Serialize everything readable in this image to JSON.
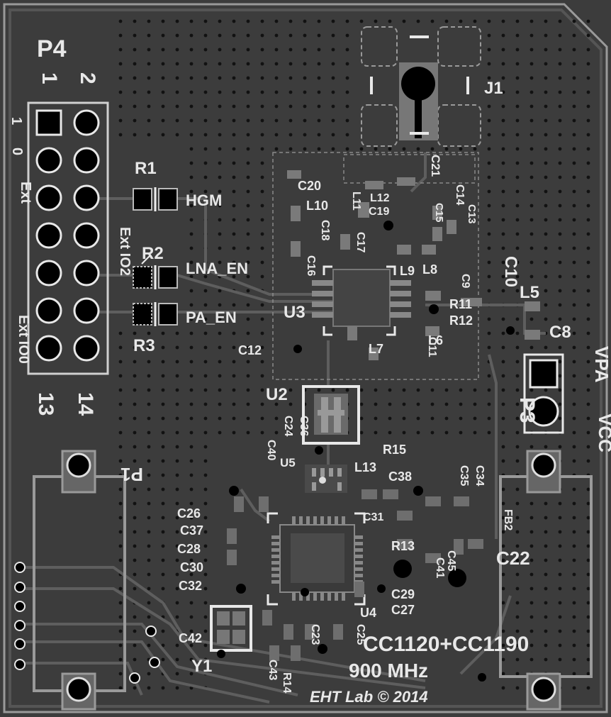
{
  "board": {
    "title": "CC1120+CC1190",
    "frequency": "900 MHz",
    "credit": "EHT Lab © 2014"
  },
  "colors": {
    "substrate": "#3c3c3c",
    "copper": "#5a5a5a",
    "silkscreen": "#e8e8e8",
    "pad": "#000000",
    "keepout": "#9a9a9a"
  },
  "connectors": {
    "p4": {
      "ref": "P4",
      "pin1": "1",
      "pin2": "2",
      "pin13": "13",
      "pin14": "14"
    },
    "p4_side": {
      "row1": "1",
      "row2": "0",
      "row3": "Ext",
      "ext_io": "Ext IO0",
      "ext_io2": "Ext IO2"
    },
    "p3": {
      "ref": "P3",
      "vpa": "VPA",
      "vcc": "VCC"
    },
    "p1": {
      "ref": "P1"
    },
    "j1": {
      "ref": "J1"
    }
  },
  "nets": {
    "hgm": "HGM",
    "lna_en": "LNA_EN",
    "pa_en": "PA_EN"
  },
  "refs": {
    "r1": "R1",
    "r2": "R2",
    "r3": "R3",
    "r11": "R11",
    "r12": "R12",
    "r13": "R13",
    "r14": "R14",
    "r15": "R15",
    "u2": "U2",
    "u3": "U3",
    "u4": "U4",
    "u5": "U5",
    "y1": "Y1",
    "c8": "C8",
    "c9": "C9",
    "c10": "C10",
    "c11": "C11",
    "c12": "C12",
    "c13": "C13",
    "c14": "C14",
    "c15": "C15",
    "c16": "C16",
    "c17": "C17",
    "c18": "C18",
    "c19": "C19",
    "c20": "C20",
    "c21": "C21",
    "c22": "C22",
    "c23": "C23",
    "c24": "C24",
    "c25": "C25",
    "c26": "C26",
    "c27": "C27",
    "c28": "C28",
    "c29": "C29",
    "c30": "C30",
    "c31": "C31",
    "c32": "C32",
    "c34": "C34",
    "c35": "C35",
    "c36": "C36",
    "c37": "C37",
    "c38": "C38",
    "c40": "C40",
    "c41": "C41",
    "c42": "C42",
    "c43": "C43",
    "c45": "C45",
    "l5": "L5",
    "l6": "L6",
    "l7": "L7",
    "l8": "L8",
    "l9": "L9",
    "l10": "L10",
    "l11": "L11",
    "l12": "L12",
    "l13": "L13",
    "fb2": "FB2"
  }
}
